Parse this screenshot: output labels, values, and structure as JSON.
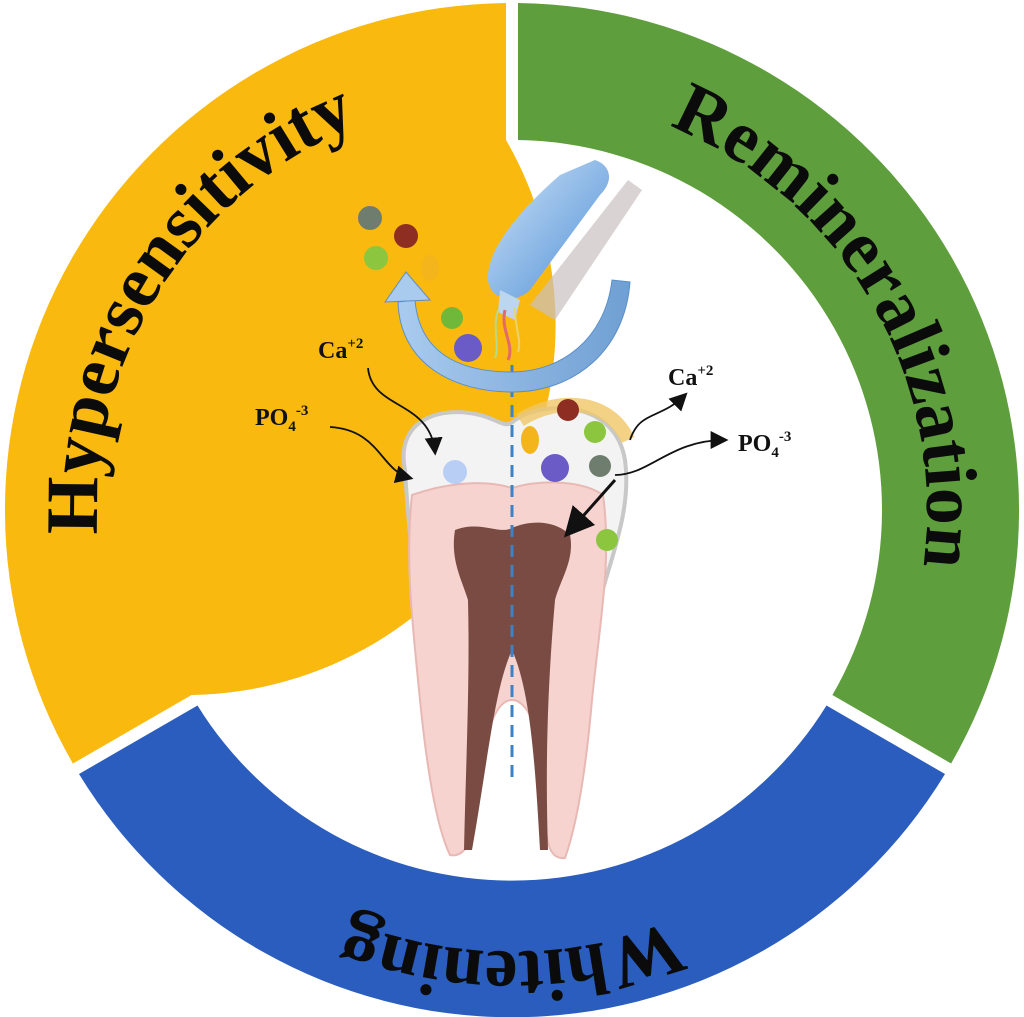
{
  "ring": {
    "segments": [
      {
        "label": "Hypersensitivity",
        "color": "#f9b90f"
      },
      {
        "label": "Remineralization",
        "color": "#5e9e3c"
      },
      {
        "label": "Whitening",
        "color": "#2a5dbd"
      }
    ]
  },
  "ions": {
    "left_ca": {
      "base": "Ca",
      "charge": "+2"
    },
    "left_po": {
      "base": "PO",
      "sub": "4",
      "charge": "-3"
    },
    "right_ca": {
      "base": "Ca",
      "charge": "+2"
    },
    "right_po": {
      "base": "PO",
      "sub": "4",
      "charge": "-3"
    }
  }
}
